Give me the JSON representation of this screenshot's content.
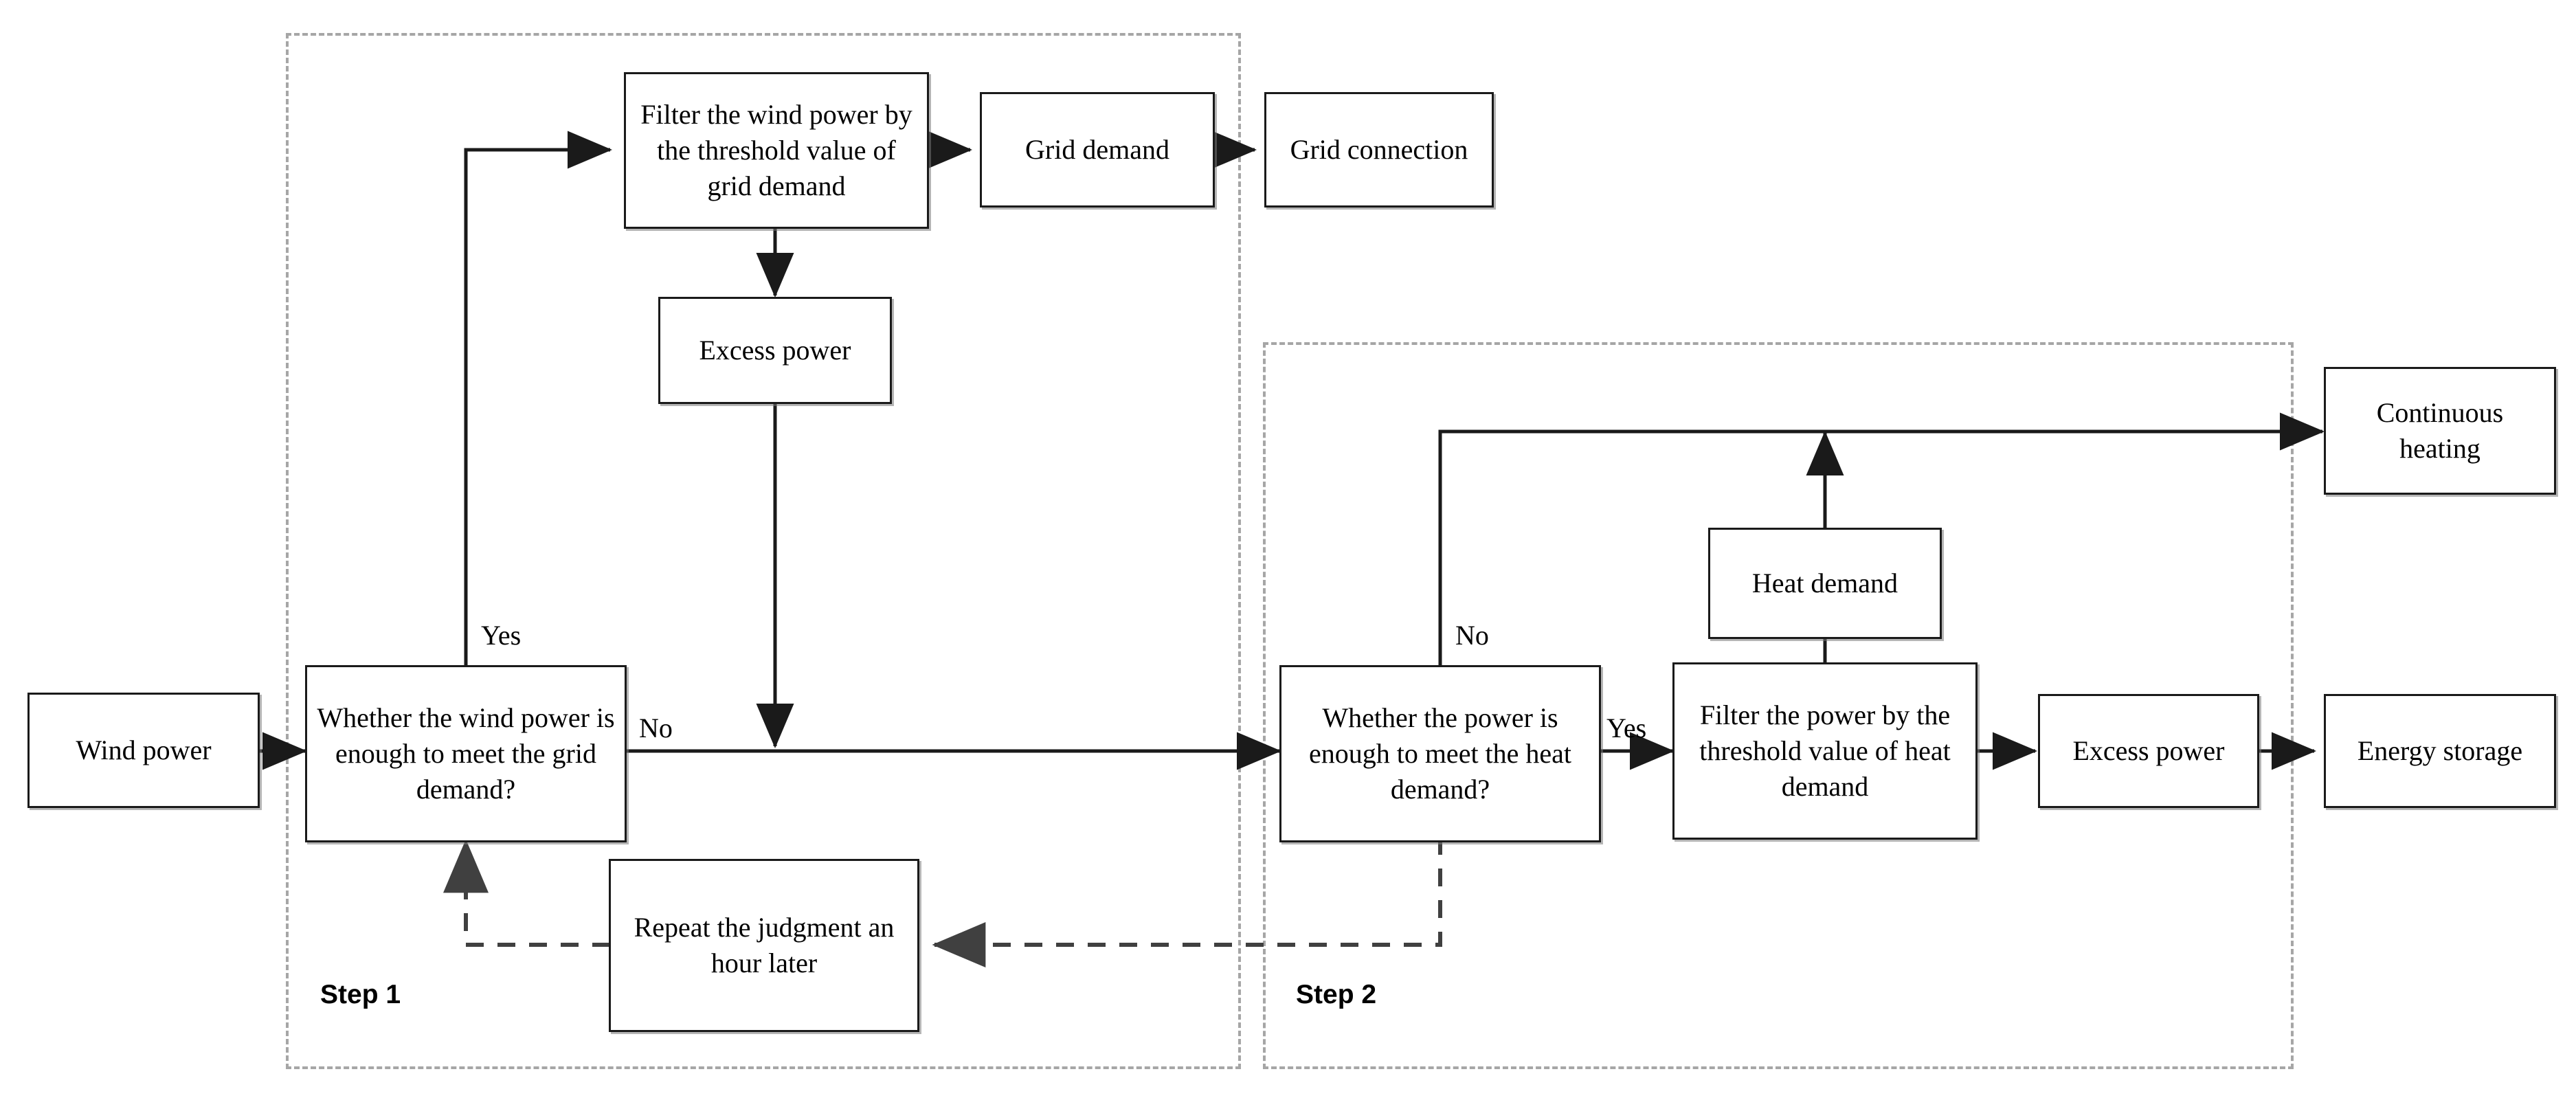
{
  "diagram": {
    "title": "Wind power dispatch flowchart",
    "colors": {
      "group_border": "#a6a6a6",
      "node_border": "#1a1a1a",
      "wire": "#1a1a1a",
      "background": "#ffffff"
    },
    "groups": [
      {
        "id": "step1",
        "label": "Step 1"
      },
      {
        "id": "step2",
        "label": "Step 2"
      }
    ],
    "nodes": [
      {
        "id": "wind_power",
        "label": "Wind power"
      },
      {
        "id": "decision_grid",
        "label": "Whether the wind power is enough to meet the grid demand?"
      },
      {
        "id": "filter_grid",
        "label": "Filter the wind power by the threshold value of grid demand"
      },
      {
        "id": "grid_demand",
        "label": "Grid demand"
      },
      {
        "id": "grid_connection",
        "label": "Grid connection"
      },
      {
        "id": "excess_power_1",
        "label": "Excess power"
      },
      {
        "id": "repeat_judgment",
        "label": "Repeat the judgment an hour later"
      },
      {
        "id": "decision_heat",
        "label": "Whether the power is enough to meet the heat demand?"
      },
      {
        "id": "filter_heat",
        "label": "Filter the power by the threshold value of heat demand"
      },
      {
        "id": "heat_demand",
        "label": "Heat demand"
      },
      {
        "id": "continuous_heating",
        "label": "Continuous heating"
      },
      {
        "id": "excess_power_2",
        "label": "Excess power"
      },
      {
        "id": "energy_storage",
        "label": "Energy storage"
      }
    ],
    "edge_labels": [
      {
        "id": "grid_yes",
        "label": "Yes"
      },
      {
        "id": "grid_no",
        "label": "No"
      },
      {
        "id": "heat_no",
        "label": "No"
      },
      {
        "id": "heat_yes",
        "label": "Yes"
      }
    ]
  }
}
